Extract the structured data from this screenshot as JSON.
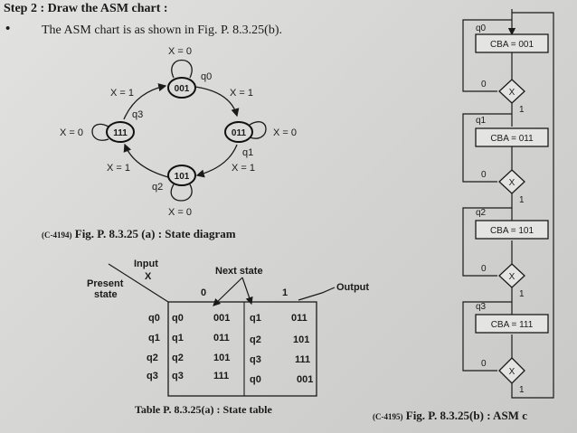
{
  "header": {
    "step_title": "Step 2 : Draw the ASM chart :",
    "bullet": "•",
    "intro": "The ASM chart is as shown in Fig. P. 8.3.25(b)."
  },
  "state_diagram": {
    "states": [
      "001",
      "011",
      "101",
      "111"
    ],
    "state_names": [
      "q0",
      "q1",
      "q2",
      "q3"
    ],
    "labels": {
      "x0": "X = 0",
      "x1": "X = 1"
    },
    "caption_code": "(C-4194)",
    "caption": "Fig. P. 8.3.25 (a) : State diagram"
  },
  "state_table": {
    "header_input": "Input",
    "header_x": "X",
    "header_present_1": "Present",
    "header_present_2": "state",
    "header_next": "Next state",
    "header_output": "Output",
    "col_0": "0",
    "col_1": "1",
    "rows": [
      {
        "present": "q0",
        "next0": "q0",
        "out0": "001",
        "next1": "q1",
        "out1": "011"
      },
      {
        "present": "q1",
        "next0": "q1",
        "out0": "011",
        "next1": "q2",
        "out1": "101"
      },
      {
        "present": "q2",
        "next0": "q2",
        "out0": "101",
        "next1": "q3",
        "out1": "111"
      },
      {
        "present": "q3",
        "next0": "q3",
        "out0": "111",
        "next1": "q0",
        "out1": "001"
      }
    ],
    "caption": "Table P. 8.3.25(a) : State table"
  },
  "asm_chart": {
    "states": [
      {
        "name": "q0",
        "box": "CBA = 001"
      },
      {
        "name": "q1",
        "box": "CBA = 011"
      },
      {
        "name": "q2",
        "box": "CBA = 101"
      },
      {
        "name": "q3",
        "box": "CBA = 111"
      }
    ],
    "decision": "X",
    "branch_0": "0",
    "branch_1": "1",
    "caption_code": "(C-4195)",
    "caption": "Fig. P. 8.3.25(b) : ASM c"
  }
}
